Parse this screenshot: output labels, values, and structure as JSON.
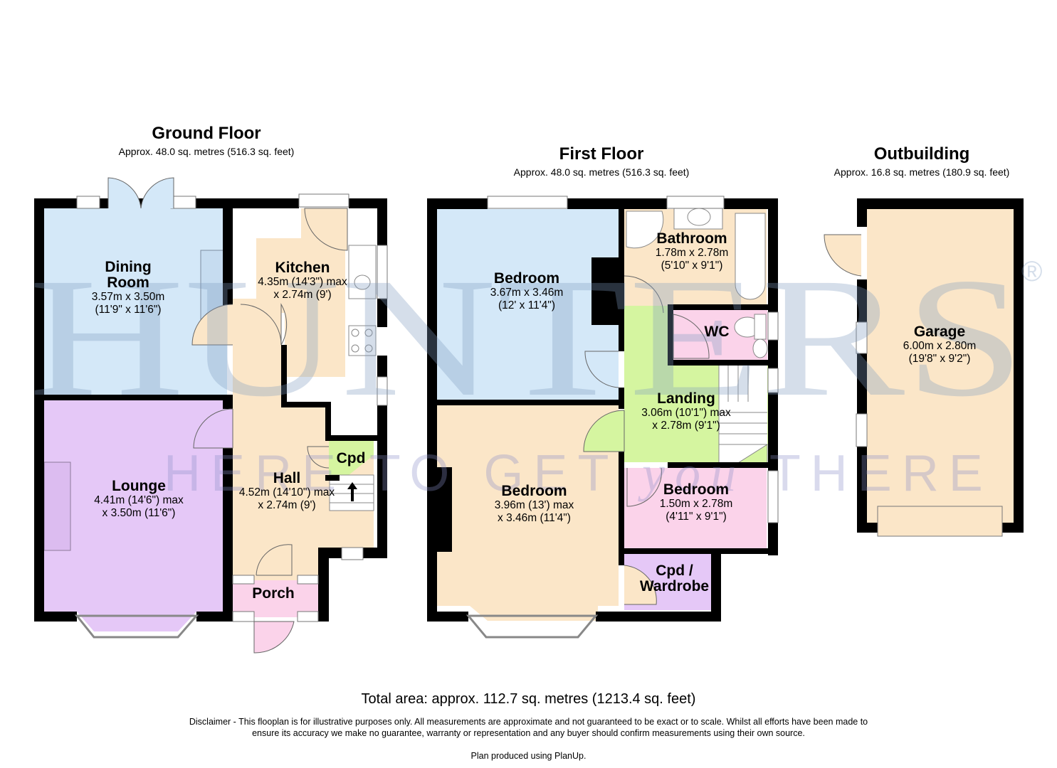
{
  "floors": {
    "ground": {
      "title": "Ground Floor",
      "area": "Approx. 48.0 sq. metres (516.3 sq. feet)",
      "rooms": [
        {
          "name": "Dining Room",
          "name_line1": "Dining",
          "name_line2": "Room",
          "dim1": "3.57m x 3.50m",
          "dim2": "(11'9\" x 11'6\")",
          "color": "#d4e8f8"
        },
        {
          "name": "Kitchen",
          "dim1": "4.35m (14'3\") max",
          "dim2": "x 2.74m (9')",
          "color": "#fbe6c8"
        },
        {
          "name": "Lounge",
          "dim1": "4.41m (14'6\") max",
          "dim2": "x 3.50m (11'6\")",
          "color": "#e5c8f7"
        },
        {
          "name": "Hall",
          "dim1": "4.52m (14'10\") max",
          "dim2": "x 2.74m (9')",
          "color": "#fbe6c8"
        },
        {
          "name": "Cpd",
          "color": "#d5f5a0"
        },
        {
          "name": "Porch",
          "color": "#fbd3ea"
        }
      ]
    },
    "first": {
      "title": "First Floor",
      "area": "Approx. 48.0 sq. metres (516.3 sq. feet)",
      "rooms": [
        {
          "name": "Bedroom",
          "dim1": "3.67m x 3.46m",
          "dim2": "(12' x 11'4\")",
          "color": "#d4e8f8"
        },
        {
          "name": "Bathroom",
          "dim1": "1.78m x 2.78m",
          "dim2": "(5'10\" x 9'1\")",
          "color": "#fbe6c8"
        },
        {
          "name": "WC",
          "color": "#fbd3ea"
        },
        {
          "name": "Landing",
          "dim1": "3.06m (10'1\") max",
          "dim2": "x 2.78m (9'1\")",
          "color": "#d5f5a0"
        },
        {
          "name": "Bedroom",
          "dim1": "3.96m (13') max",
          "dim2": "x 3.46m (11'4\")",
          "color": "#fbe6c8"
        },
        {
          "name": "Bedroom",
          "dim1": "1.50m x 2.78m",
          "dim2": "(4'11\" x 9'1\")",
          "color": "#fbd3ea"
        },
        {
          "name": "Cpd / Wardrobe",
          "name_line1": "Cpd /",
          "name_line2": "Wardrobe",
          "color": "#e5c8f7"
        }
      ]
    },
    "outbuilding": {
      "title": "Outbuilding",
      "area": "Approx. 16.8 sq. metres (180.9 sq. feet)",
      "rooms": [
        {
          "name": "Garage",
          "dim1": "6.00m x 2.80m",
          "dim2": "(19'8\" x 9'2\")",
          "color": "#fbe6c8"
        }
      ]
    }
  },
  "watermark": {
    "brand": "HUNTERS",
    "registered": "®",
    "tagline_pre": "HERE TO GET ",
    "tagline_em": "you",
    "tagline_post": " THERE"
  },
  "total_area": "Total area: approx. 112.7 sq. metres (1213.4 sq. feet)",
  "disclaimer": "Disclaimer - This flooplan is for illustrative purposes only. All measurements are approximate and not guaranteed to be exact or to scale. Whilst all efforts have been made to ensure its accuracy we make no guarantee, warranty or representation and any buyer should confirm measurements using their own source.",
  "credit": "Plan produced using PlanUp.",
  "colors": {
    "wall": "#000000",
    "blue": "#d4e8f8",
    "peach": "#fbe6c8",
    "lilac": "#e5c8f7",
    "pink": "#fbd3ea",
    "green": "#d5f5a0",
    "watermark": "#7f9cc0"
  }
}
